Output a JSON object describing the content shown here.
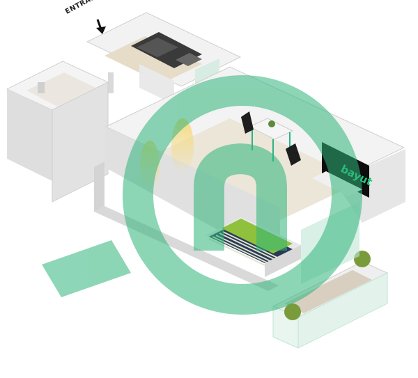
{
  "entrance": {
    "label": "ENTRANCE"
  },
  "watermark": {
    "brand": "bayut",
    "color": "#2fb57b"
  },
  "tv": {
    "logo_text": "bayut",
    "screen_color": "#0d0d0d",
    "logo_color": "#29c47e"
  },
  "colors": {
    "wall_top": "#f2f2f2",
    "wall_side": "#dcdcdc",
    "floor": "#e4dccb",
    "bed_cover": "#8fc13c",
    "stripes_dark": "#2b3a55",
    "stripes_light": "#dfe3cf",
    "planter": "#7a9b3a",
    "glass": "#bfe6d6"
  }
}
